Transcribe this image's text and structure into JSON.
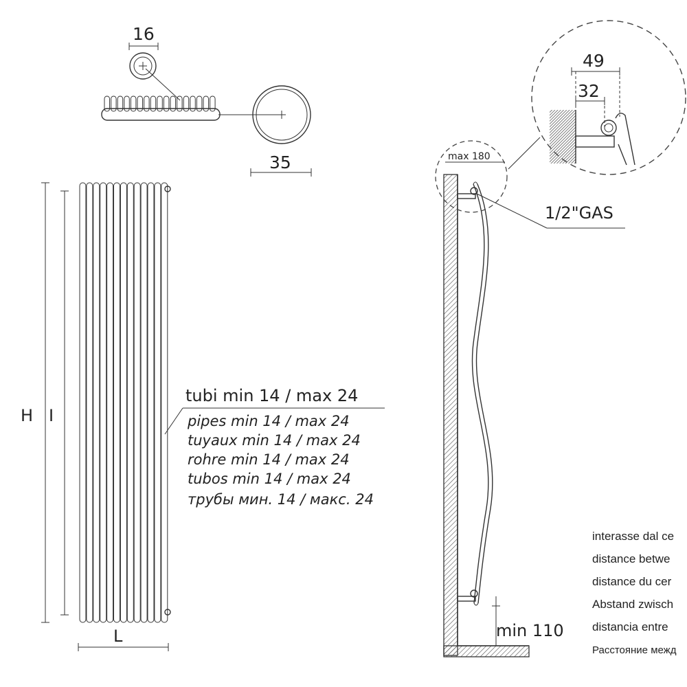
{
  "top_view": {
    "pipe_diameter": "16",
    "collector_diameter": "35"
  },
  "front_view": {
    "height_label": "H",
    "interaxis_label": "I",
    "width_label": "L"
  },
  "pipes_note": {
    "it": "tubi min 14 / max 24",
    "en": "pipes min 14 / max 24",
    "fr": "tuyaux min 14 / max 24",
    "de": "rohre min 14 / max 24",
    "es": "tubos min 14 / max 24",
    "ru": "трубы мин. 14 / макс. 24"
  },
  "side_view": {
    "max_offset": "max 180",
    "connection": "1/2\"GAS",
    "min_floor": "min 110",
    "detail_outer": "49",
    "detail_inner": "32"
  },
  "interaxis_note": {
    "it": "interasse dal ce",
    "en": "distance betwe",
    "fr": "distance du cer",
    "de": "Abstand zwisch",
    "es": "distancia entre",
    "ru": "Расстояние межд"
  }
}
